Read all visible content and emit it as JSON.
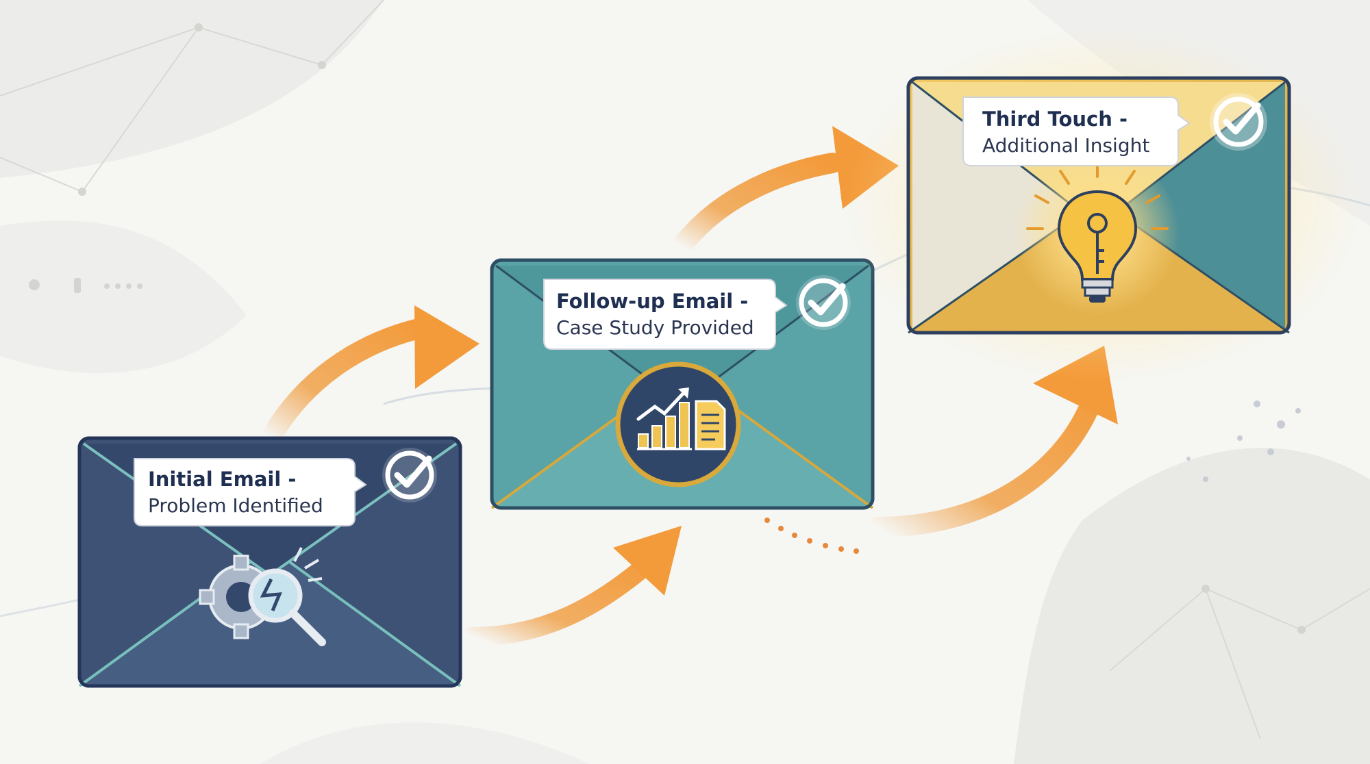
{
  "steps": [
    {
      "title": "Initial Email -",
      "subtitle": "Problem Identified",
      "icon": "gear-magnifier-icon",
      "color": "#3d5275",
      "completed": true
    },
    {
      "title": "Follow-up Email -",
      "subtitle": "Case Study Provided",
      "icon": "chart-document-icon",
      "color": "#5aa3a6",
      "completed": true
    },
    {
      "title": "Third Touch -",
      "subtitle": "Additional Insight",
      "icon": "lightbulb-icon",
      "color": "#e8b84e",
      "completed": true
    }
  ],
  "colors": {
    "arrow": "#f0a24a",
    "check": "#ffffff",
    "gold": "#d9a93c",
    "navy": "#1f2f52"
  }
}
